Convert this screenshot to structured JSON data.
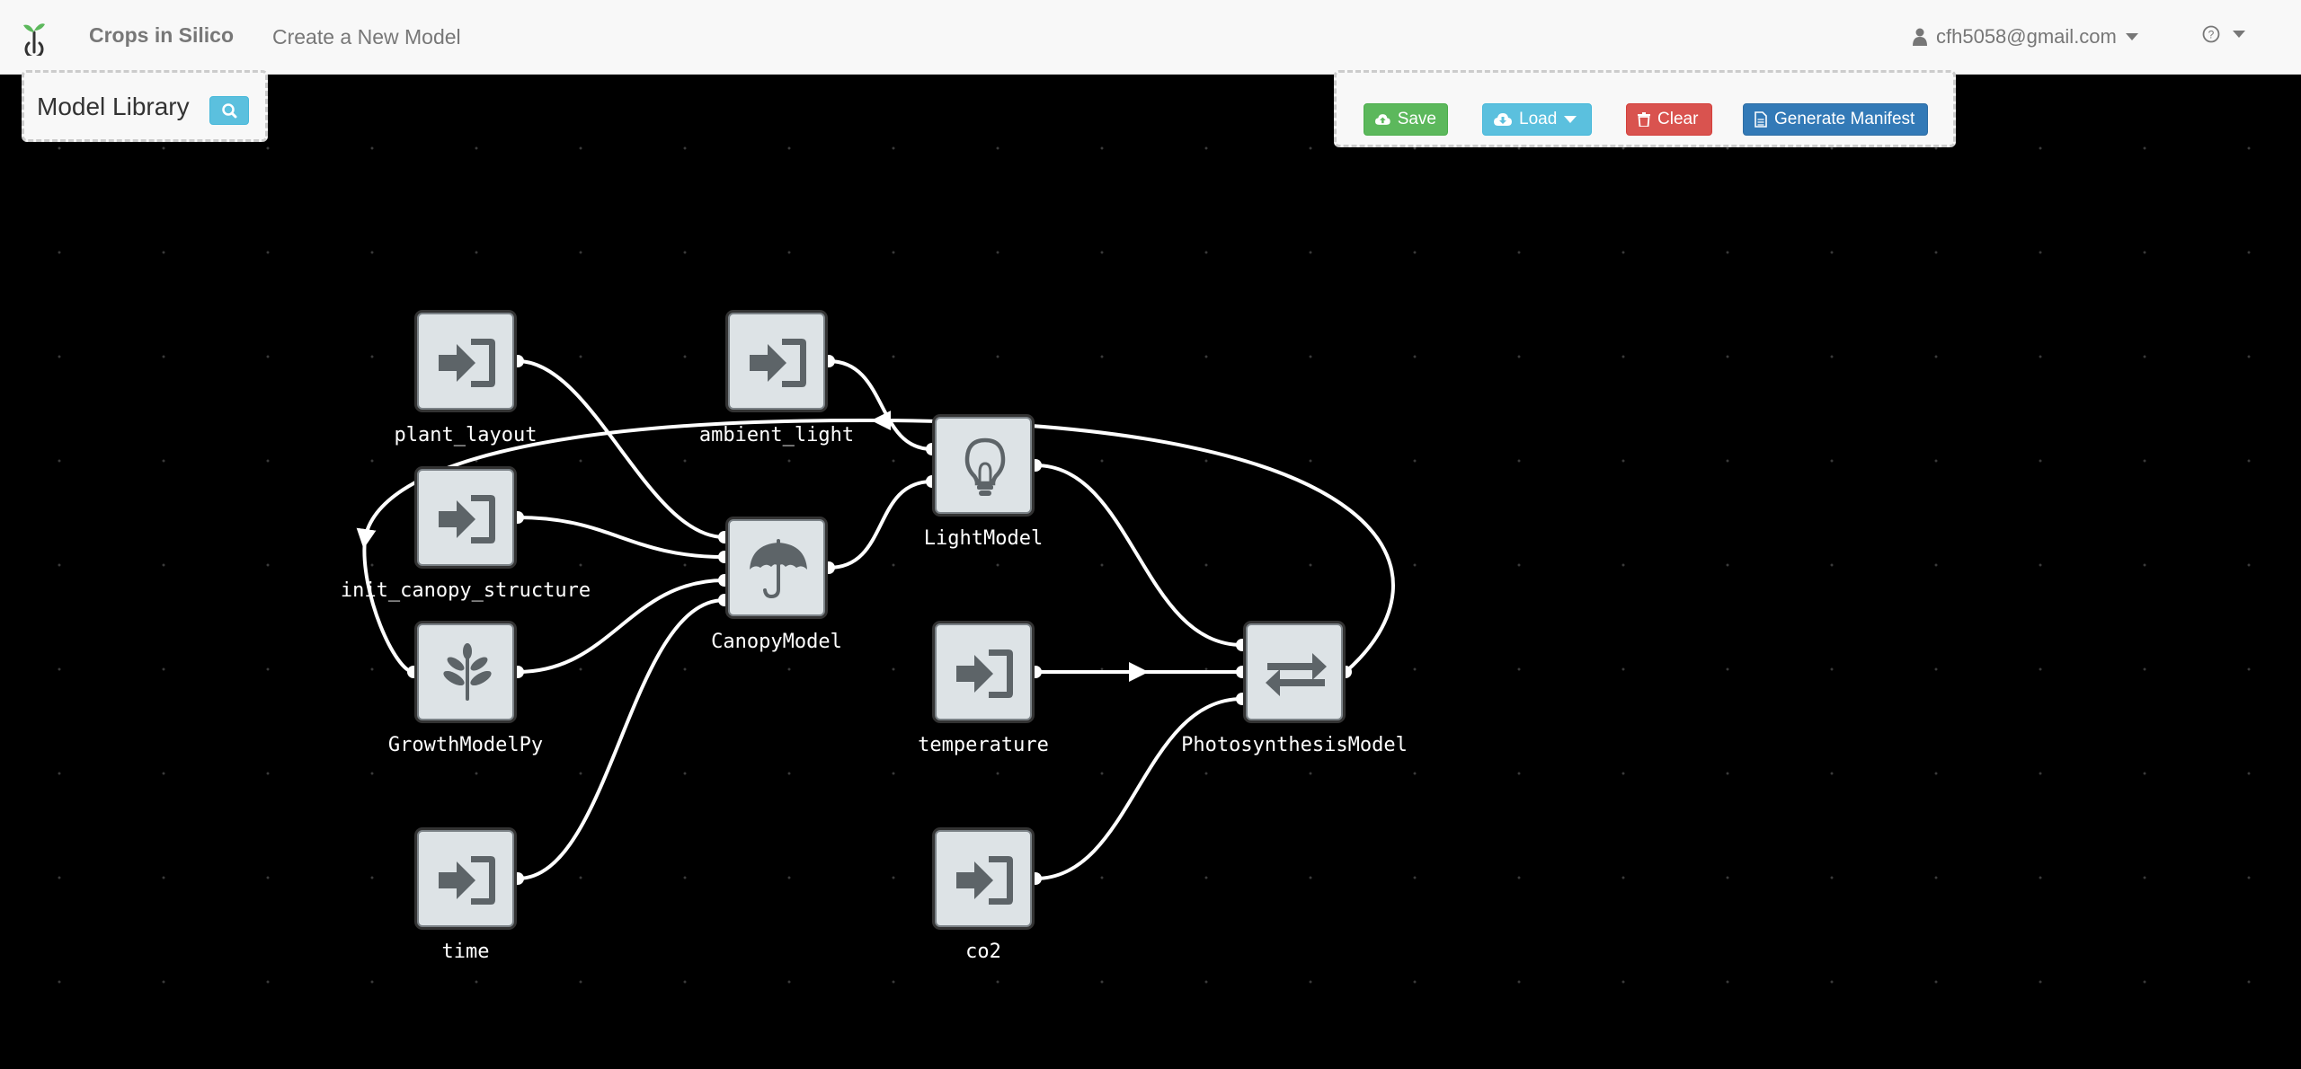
{
  "navbar": {
    "brand": "Crops in Silico",
    "create_link": "Create a New Model",
    "user_email": "cfh5058@gmail.com",
    "help_glyph": "?"
  },
  "library": {
    "title": "Model Library"
  },
  "toolbar": {
    "save": "Save",
    "load": "Load",
    "clear": "Clear",
    "generate": "Generate Manifest"
  },
  "nodes": {
    "plant_layout": {
      "label": "plant_layout",
      "icon": "sign-in-icon"
    },
    "ambient_light": {
      "label": "ambient_light",
      "icon": "sign-in-icon"
    },
    "init_canopy_structure": {
      "label": "init_canopy_structure",
      "icon": "sign-in-icon"
    },
    "growth_model": {
      "label": "GrowthModelPy",
      "icon": "leaf-icon"
    },
    "canopy_model": {
      "label": "CanopyModel",
      "icon": "umbrella-icon"
    },
    "light_model": {
      "label": "LightModel",
      "icon": "lightbulb-icon"
    },
    "temperature": {
      "label": "temperature",
      "icon": "sign-in-icon"
    },
    "photosynthesis_model": {
      "label": "PhotosynthesisModel",
      "icon": "exchange-icon"
    },
    "time": {
      "label": "time",
      "icon": "sign-in-icon"
    },
    "co2": {
      "label": "co2",
      "icon": "sign-in-icon"
    }
  },
  "colors": {
    "save": "#5cb85c",
    "load": "#5bc0de",
    "clear": "#d9534f",
    "generate": "#337ab7",
    "wire": "#ffffff",
    "node_fill": "#dde3e6"
  }
}
